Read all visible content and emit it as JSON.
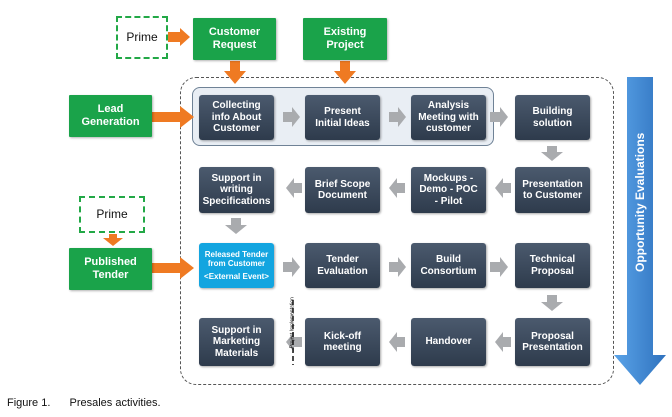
{
  "inputs": {
    "prime_top": "Prime",
    "customer_request": "Customer Request",
    "existing_project": "Existing Project",
    "lead_generation": "Lead Generation",
    "prime_bottom": "Prime",
    "published_tender": "Published Tender"
  },
  "steps": {
    "collecting_info": "Collecting info About Customer",
    "present_ideas": "Present Initial Ideas",
    "analysis_meeting": "Analysis Meeting with customer",
    "building_solution": "Building solution",
    "presentation_customer": "Presentation to Customer",
    "mockups": "Mockups - Demo - POC - Pilot",
    "brief_scope": "Brief Scope Document",
    "support_writing": "Support in writing Specifications",
    "released_tender_line1": "Released Tender from Customer",
    "released_tender_line2": "<External Event>",
    "tender_evaluation": "Tender Evaluation",
    "build_consortium": "Build Consortium",
    "technical_proposal": "Technical Proposal",
    "proposal_presentation": "Proposal Presentation",
    "handover": "Handover",
    "kickoff": "Kick-off meeting",
    "support_marketing": "Support in Marketing Materials"
  },
  "side_label": "Opportunity Evaluations",
  "divider_label": "Project Implementation",
  "caption": {
    "number": "Figure 1.",
    "text": "Presales activities."
  },
  "colors": {
    "green": "#1aa34a",
    "dark_box": "#3a4759",
    "orange_arrow": "#ef7a22",
    "grey_arrow": "#a9abae",
    "blue_arrow": "#3f88d4",
    "highlight": "#13a5e0"
  }
}
